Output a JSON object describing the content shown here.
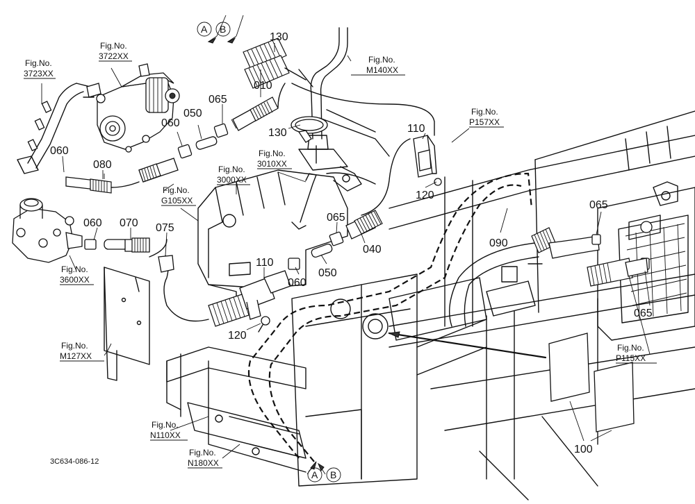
{
  "diagram": {
    "code": "3C634-086-12",
    "markers": {
      "a": "A",
      "b": "B"
    },
    "parts": {
      "p010": "010",
      "p040": "040",
      "p050a": "050",
      "p050b": "050",
      "p060a": "060",
      "p060b": "060",
      "p060c": "060",
      "p060d": "060",
      "p065a": "065",
      "p065b": "065",
      "p065c": "065",
      "p065d": "065",
      "p070": "070",
      "p075": "075",
      "p080": "080",
      "p090": "090",
      "p100": "100",
      "p110a": "110",
      "p110b": "110",
      "p120a": "120",
      "p120b": "120",
      "p130a": "130",
      "p130b": "130"
    },
    "fig_prefix": "Fig.No.",
    "figs": {
      "f3723": "3723XX",
      "f3722": "3722XX",
      "fM140": "M140XX",
      "fP157": "P157XX",
      "f3010": "3010XX",
      "f3000": "3000XX",
      "fG105": "G105XX",
      "f3600": "3600XX",
      "fM127": "M127XX",
      "fP115": "P115XX",
      "fN110": "N110XX",
      "fN180": "N180XX"
    }
  }
}
